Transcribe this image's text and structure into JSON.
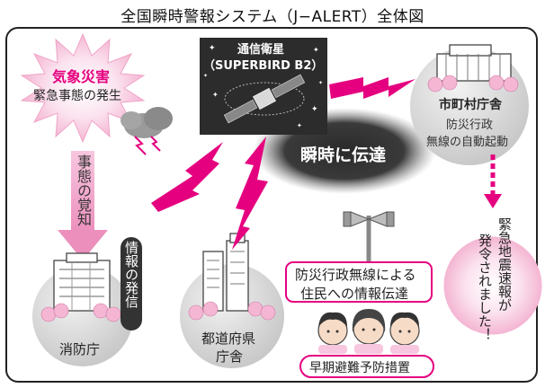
{
  "title": "全国瞬時警報システム（J−ALERT）全体図",
  "disaster": {
    "line1": "気象災害",
    "line2": "緊急事態の発生"
  },
  "satellite": {
    "line1": "通信衛星",
    "line2": "（SUPERBIRD B2）"
  },
  "instant": "瞬時に伝達",
  "city_hall": {
    "name": "市町村庁舎",
    "line1": "防災行政",
    "line2": "無線の自動起動"
  },
  "awareness": "事態の覚知",
  "info_send": "情報の発信",
  "fire_dept": "消防庁",
  "pref": {
    "line1": "都道府県",
    "line2": "庁舎"
  },
  "residents": {
    "line1": "防災行政無線による",
    "line2": "住民への情報伝達"
  },
  "early": "早期避難予防措置",
  "eew": {
    "line1": "緊急地震速報が",
    "line2": "発令されました！"
  },
  "colors": {
    "accent": "#e5007f",
    "pink_light": "#f7c6df",
    "dark": "#333333"
  }
}
